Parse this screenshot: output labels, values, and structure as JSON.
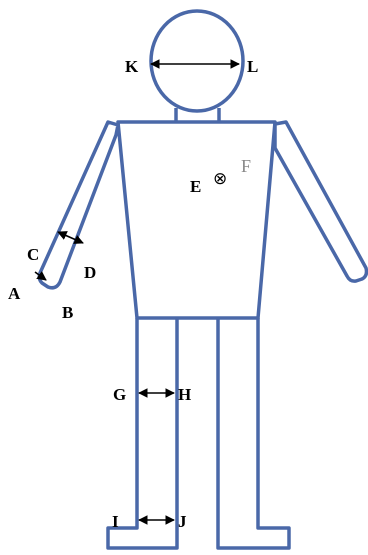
{
  "labels": {
    "A": "A",
    "B": "B",
    "C": "C",
    "D": "D",
    "E": "E",
    "F": "F",
    "G": "G",
    "H": "H",
    "I": "I",
    "J": "J",
    "K": "K",
    "L": "L"
  },
  "center_marker": "⊗",
  "colors": {
    "outline": "#4a68a8",
    "arrow": "#000000",
    "label_F": "#8a8a8a"
  }
}
